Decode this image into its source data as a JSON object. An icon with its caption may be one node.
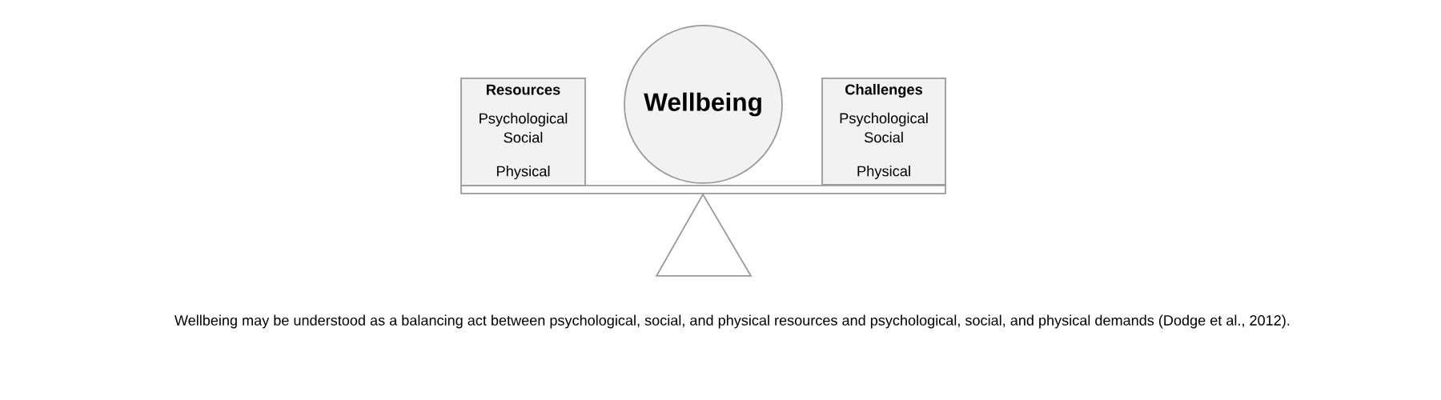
{
  "diagram": {
    "nodes": [
      {
        "text": [
          "Resources",
          "Psychological",
          "Social",
          "Physical"
        ]
      },
      {
        "text": [
          "Wellbeing"
        ]
      },
      {
        "text": [
          "Challenges",
          "Psychological",
          "Social",
          "Physical"
        ]
      }
    ],
    "caption": "Wellbeing may be understood as a balancing act between psychological, social, and physical resources and psychological, social, and physical demands (Dodge et al., 2012)."
  }
}
